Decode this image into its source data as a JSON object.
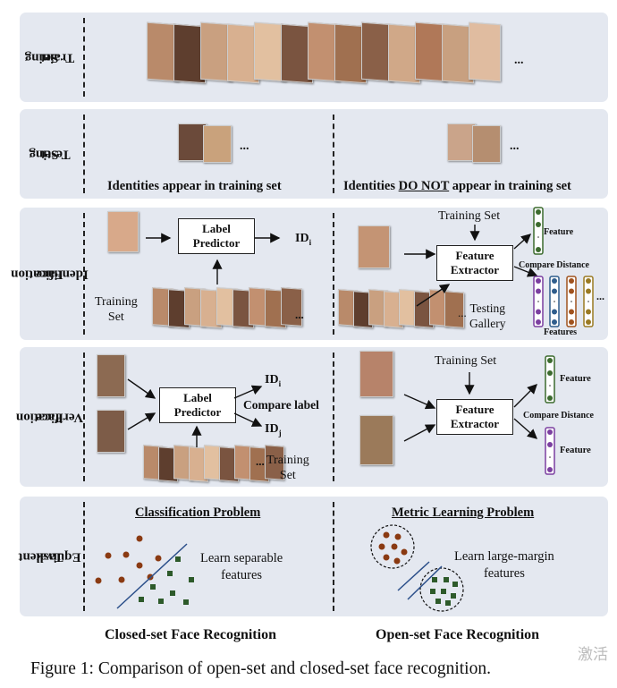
{
  "rows": {
    "training": {
      "label_l1": "Training",
      "label_l2": "Set",
      "ellipsis": "..."
    },
    "testing": {
      "label_l1": "Testing",
      "label_l2": "Set",
      "left_caption": "Identities appear in training set",
      "right_pre": "Identities ",
      "right_emph": "DO NOT",
      "right_post": " appear in training set",
      "ellipsis": "..."
    },
    "identification": {
      "label_l1": "Face",
      "label_l2": "Identification",
      "label_predictor_l1": "Label",
      "label_predictor_l2": "Predictor",
      "id_out": "ID",
      "id_sub": "i",
      "training_set_l1": "Training",
      "training_set_l2": "Set",
      "right_training_set": "Training Set",
      "feature_extractor_l1": "Feature",
      "feature_extractor_l2": "Extractor",
      "feature": "Feature",
      "compare_distance": "Compare Distance",
      "features": "Features",
      "testing_gallery_l1": "Testing",
      "testing_gallery_l2": "Gallery",
      "ellipsis": "..."
    },
    "verification": {
      "label_l1": "Face",
      "label_l2": "Verification",
      "label_predictor_l1": "Label",
      "label_predictor_l2": "Predictor",
      "id_i": "ID",
      "id_i_sub": "i",
      "id_j": "ID",
      "id_j_sub": "j",
      "compare_label": "Compare label",
      "training_set_l1": "Training",
      "training_set_l2": "Set",
      "right_training_set": "Training Set",
      "feature_extractor_l1": "Feature",
      "feature_extractor_l2": "Extractor",
      "feature_top": "Feature",
      "compare_distance": "Compare Distance",
      "feature_bottom": "Feature",
      "ellipsis": "..."
    },
    "equivalent": {
      "label_l1": "Equivalent",
      "label_l2": "Task",
      "left_title": "Classification Problem",
      "left_text_l1": "Learn separable",
      "left_text_l2": "features",
      "right_title": "Metric Learning Problem",
      "right_text_l1": "Learn large-margin",
      "right_text_l2": "features"
    }
  },
  "bottom": {
    "left": "Closed-set Face Recognition",
    "right": "Open-set Face Recognition"
  },
  "caption": "Figure 1: Comparison of open-set and closed-set face recognition.",
  "watermark": "激活",
  "colors": {
    "panel": "#e4e8f0",
    "brown_dot": "#8a3a12",
    "green_dot": "#2d5a2a",
    "feat_green": "#3c6b2e",
    "feat_purple": "#7b3fa0",
    "feat_blue": "#2f5d8c",
    "feat_brown": "#a0521e",
    "feat_olive": "#9a7a22"
  }
}
